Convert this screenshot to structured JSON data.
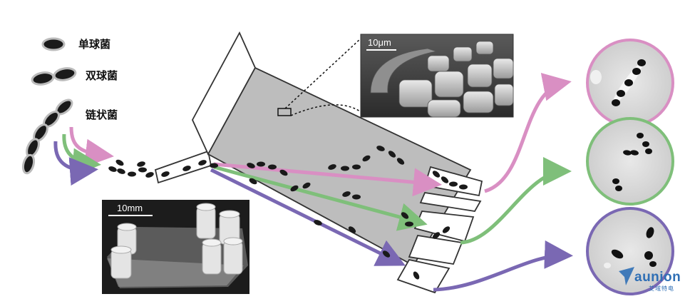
{
  "legend": {
    "items": [
      {
        "label": "单球菌"
      },
      {
        "label": "双球菌"
      },
      {
        "label": "链状菌"
      }
    ]
  },
  "sem_inset": {
    "scale_label": "10μm"
  },
  "photo_inset": {
    "scale_label": "10mm"
  },
  "watermark": {
    "brand": "aunion",
    "sub": "艾域特电"
  },
  "colors": {
    "pink": "#d98fc3",
    "green": "#7fbf7a",
    "purple": "#7a68b3",
    "chamber": "#bdbdbd",
    "cell": "#1a1a1a"
  }
}
